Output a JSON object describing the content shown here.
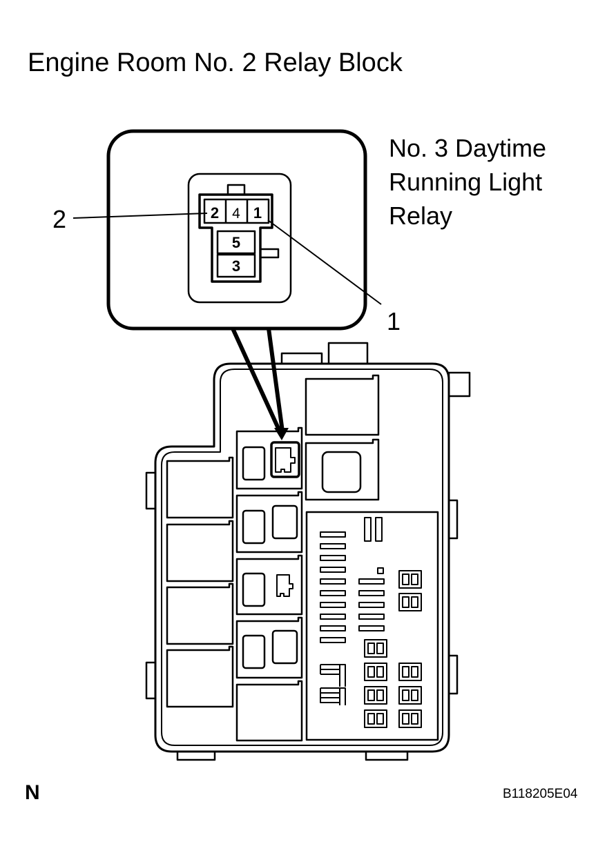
{
  "title": "Engine Room No. 2 Relay Block",
  "relay_name": [
    "No. 3 Daytime",
    "Running Light",
    "Relay"
  ],
  "callouts": {
    "pin_2": "2",
    "pin_1": "1"
  },
  "connector_pins": {
    "top_left": "2",
    "top_mid": "4",
    "top_right": "1",
    "middle": "5",
    "bottom": "3"
  },
  "orientation": "N",
  "figure_id": "B118205E04"
}
